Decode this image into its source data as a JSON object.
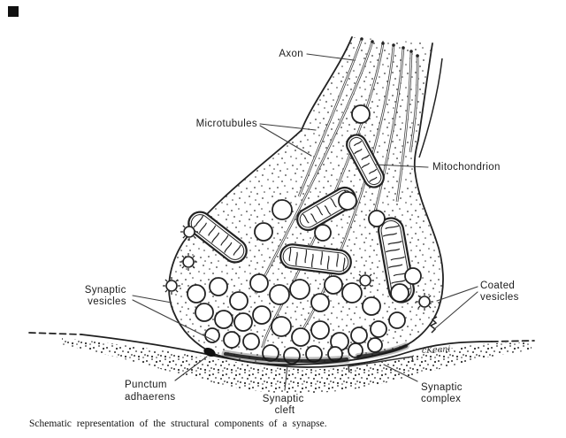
{
  "figure": {
    "caption": "Schematic representation of the structural components of a synapse.",
    "signature": "cKeeni"
  },
  "labels": {
    "axon": "Axon",
    "microtubules": "Microtubules",
    "mitochondrion": "Mitochondrion",
    "synaptic_vesicles": [
      "Synaptic",
      "vesicles"
    ],
    "coated_vesicles": [
      "Coated",
      "vesicles"
    ],
    "punctum_adhaerens": [
      "Punctum",
      "adhaerens"
    ],
    "synaptic_cleft": [
      "Synaptic",
      "cleft"
    ],
    "synaptic_complex": [
      "Synaptic",
      "complex"
    ]
  },
  "colors": {
    "ink": "#1c1c1c",
    "paper": "#ffffff"
  }
}
